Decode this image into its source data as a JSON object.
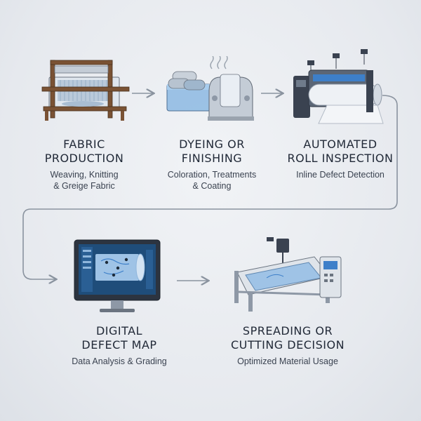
{
  "steps": [
    {
      "title_line1": "FABRIC",
      "title_line2": "PRODUCTION",
      "sub_line1": "Weaving, Knitting",
      "sub_line2": "& Greige Fabric"
    },
    {
      "title_line1": "DYEING OR",
      "title_line2": "FINISHING",
      "sub_line1": "Coloration, Treatments",
      "sub_line2": "& Coating"
    },
    {
      "title_line1": "AUTOMATED",
      "title_line2": "ROLL INSPECTION",
      "sub_line1": "Inline Defect Detection",
      "sub_line2": ""
    },
    {
      "title_line1": "DIGITAL",
      "title_line2": "DEFECT MAP",
      "sub_line1": "Data Analysis & Grading",
      "sub_line2": ""
    },
    {
      "title_line1": "SPREADING OR",
      "title_line2": "CUTTING DECISION",
      "sub_line1": "Optimized Material Usage",
      "sub_line2": ""
    }
  ],
  "colors": {
    "wood": "#7a5234",
    "steel": "#8e98a6",
    "fabric_blue": "#9fc3e6",
    "water": "#7fb2e0",
    "dark_steel": "#3a4250",
    "accent_blue": "#3d7fc9",
    "arrow": "#8a939f"
  }
}
